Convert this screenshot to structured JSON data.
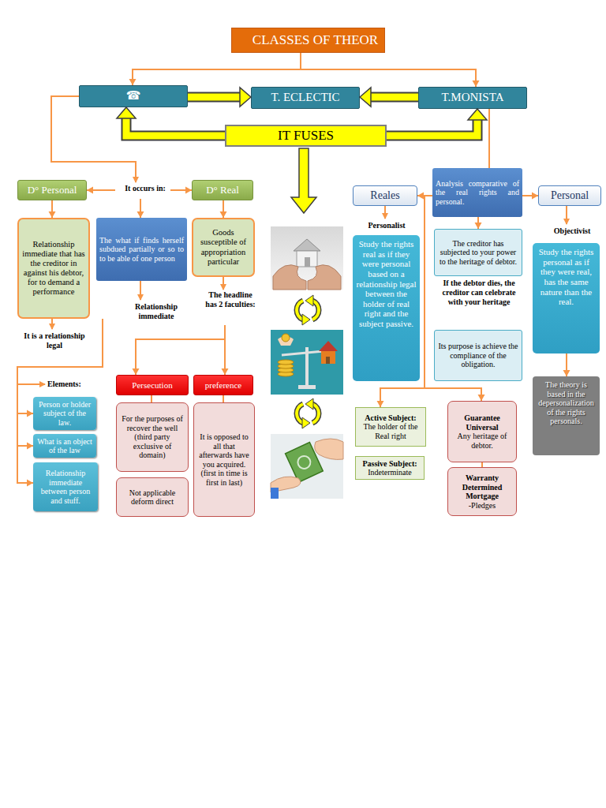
{
  "diagram": {
    "nodes": [
      {
        "text": [
          "CLASSES OF THEOR"
        ]
      },
      {
        "text": [
          "☎"
        ]
      },
      {
        "text": [
          "T. ECLECTIC"
        ]
      },
      {
        "text": [
          "T.MONISTA"
        ]
      },
      {
        "text": [
          "IT FUSES"
        ]
      },
      {
        "text": [
          "D° Personal"
        ]
      },
      {
        "text": [
          "D° Real"
        ]
      },
      {
        "text": [
          "The what if finds herself subdued partially or so to to be able of one person"
        ]
      },
      {
        "text": [
          "Relationship immediate that has the creditor in against his debtor, for to demand a performance"
        ]
      },
      {
        "text": [
          "Goods susceptible of appropriation particular"
        ]
      },
      {
        "text": [
          "Person or holder subject of the law."
        ]
      },
      {
        "text": [
          "What is an object of the law"
        ]
      },
      {
        "text": [
          "Relationship immediate between person and stuff."
        ]
      },
      {
        "text": [
          "Persecution"
        ]
      },
      {
        "text": [
          "preference"
        ]
      },
      {
        "text": [
          "For the purposes of recover the well (third party exclusive of domain)"
        ]
      },
      {
        "text": [
          "Not applicable deform direct"
        ]
      },
      {
        "text": [
          "It is opposed to all that afterwards have you acquired. (first in time is first in last)"
        ]
      },
      {
        "text": [
          "Analysis comparative of the real rights and personal."
        ]
      },
      {
        "text": [
          "Reales"
        ]
      },
      {
        "text": [
          "Personal"
        ]
      },
      {
        "text": [
          "The creditor has subjected to your power to the heritage of debtor."
        ]
      },
      {
        "text": [
          "Study the rights real as if they were personal based on a relationship legal between the holder of real right and the subject passive."
        ]
      },
      {
        "text": [
          "Its purpose is achieve the compliance of the obligation."
        ]
      },
      {
        "text": [
          "Study the rights personal as if they were real, has the same nature than the real."
        ]
      },
      {
        "text": [
          "The theory is based in the depersonalization of the rights personals."
        ]
      },
      {
        "text": [
          "Active Subject:",
          "The holder of the Real right"
        ]
      },
      {
        "text": [
          "Passive Subject:",
          "Indeterminate"
        ]
      },
      {
        "text": [
          "Guarantee Universal",
          "Any heritage of debtor."
        ]
      },
      {
        "text": [
          "Warranty Determined Mortgage",
          "-Pledges"
        ]
      }
    ],
    "edges": [
      {
        "from": 0,
        "to": 1,
        "arrow": "to"
      },
      {
        "from": 0,
        "to": 3,
        "arrow": "to"
      },
      {
        "from": 1,
        "to": 2,
        "arrow": "to"
      },
      {
        "from": 3,
        "to": 2,
        "arrow": "to"
      },
      {
        "from": 4,
        "to": 1,
        "arrow": "to"
      },
      {
        "from": 4,
        "to": 3,
        "arrow": "to"
      },
      {
        "from": 1,
        "to": 5,
        "arrow": "to"
      },
      {
        "from": 1,
        "to": 6,
        "arrow": "to"
      },
      {
        "from": 1,
        "to": 7,
        "arrow": "to"
      },
      {
        "from": 5,
        "to": 8,
        "arrow": "to"
      },
      {
        "from": 6,
        "to": 9,
        "arrow": "to"
      },
      {
        "from": 7,
        "to": 10,
        "arrow": "to"
      },
      {
        "from": 7,
        "to": 11,
        "arrow": "to"
      },
      {
        "from": 7,
        "to": 12,
        "arrow": "to"
      },
      {
        "from": 9,
        "to": 13,
        "arrow": "to"
      },
      {
        "from": 9,
        "to": 14,
        "arrow": "to"
      },
      {
        "from": 13,
        "to": 15,
        "arrow": "none"
      },
      {
        "from": 14,
        "to": 17,
        "arrow": "none"
      },
      {
        "from": 3,
        "to": 18,
        "arrow": "none"
      },
      {
        "from": 18,
        "to": 19,
        "arrow": "to"
      },
      {
        "from": 18,
        "to": 20,
        "arrow": "to"
      },
      {
        "from": 18,
        "to": 21,
        "arrow": "to"
      },
      {
        "from": 18,
        "to": 26,
        "arrow": "to"
      },
      {
        "from": 18,
        "to": 28,
        "arrow": "to"
      },
      {
        "from": 24,
        "to": 25,
        "arrow": "to"
      },
      {
        "from": 28,
        "to": 29,
        "arrow": "none"
      }
    ],
    "labels": [
      "It occurs in:",
      "It is a relationship legal",
      "Relationship immediate",
      "The headline has 2 faculties:",
      "Elements:",
      "Personalist",
      "Objectivist",
      "If the debtor dies, the creditor can celebrate with your heritage"
    ]
  }
}
